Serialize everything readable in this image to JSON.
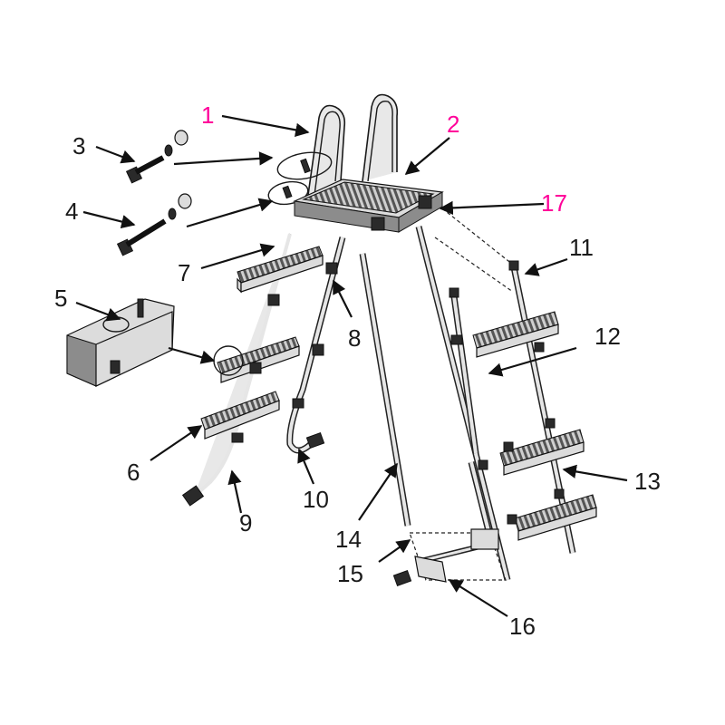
{
  "diagram": {
    "callouts": [
      {
        "id": "1",
        "text": "1",
        "color": "#ff0099"
      },
      {
        "id": "2",
        "text": "2",
        "color": "#ff0099"
      },
      {
        "id": "3",
        "text": "3",
        "color": "#1a1a1a"
      },
      {
        "id": "4",
        "text": "4",
        "color": "#1a1a1a"
      },
      {
        "id": "5",
        "text": "5",
        "color": "#1a1a1a"
      },
      {
        "id": "6",
        "text": "6",
        "color": "#1a1a1a"
      },
      {
        "id": "7",
        "text": "7",
        "color": "#1a1a1a"
      },
      {
        "id": "8",
        "text": "8",
        "color": "#1a1a1a"
      },
      {
        "id": "9",
        "text": "9",
        "color": "#1a1a1a"
      },
      {
        "id": "10",
        "text": "10",
        "color": "#1a1a1a"
      },
      {
        "id": "11",
        "text": "11",
        "color": "#1a1a1a"
      },
      {
        "id": "12",
        "text": "12",
        "color": "#1a1a1a"
      },
      {
        "id": "13",
        "text": "13",
        "color": "#1a1a1a"
      },
      {
        "id": "14",
        "text": "14",
        "color": "#1a1a1a"
      },
      {
        "id": "15",
        "text": "15",
        "color": "#1a1a1a"
      },
      {
        "id": "16",
        "text": "16",
        "color": "#1a1a1a"
      },
      {
        "id": "17",
        "text": "17",
        "color": "#ff0099"
      }
    ]
  }
}
